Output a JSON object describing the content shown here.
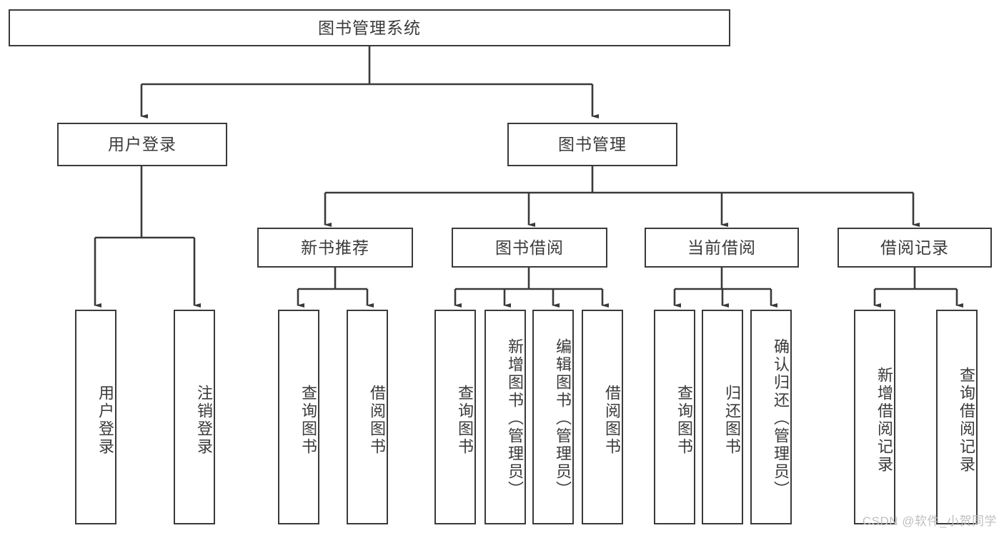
{
  "diagram": {
    "type": "hierarchy-tree",
    "title": "图书管理系统",
    "watermark": "CSDN @软件_小贺同学",
    "colors": {
      "background": "#ffffff",
      "stroke": "#3a3a3a",
      "text": "#3a3a3a",
      "watermark": "#bfbfbf"
    },
    "levels": {
      "root": "图书管理系统",
      "level2": [
        "用户登录",
        "图书管理"
      ],
      "level3": [
        "新书推荐",
        "图书借阅",
        "当前借阅",
        "借阅记录"
      ]
    },
    "nodes": {
      "root": {
        "label": "图书管理系统"
      },
      "user_login": {
        "label": "用户登录"
      },
      "book_mgmt": {
        "label": "图书管理"
      },
      "new_book_rec": {
        "label": "新书推荐"
      },
      "book_borrow": {
        "label": "图书借阅"
      },
      "current_borrow": {
        "label": "当前借阅"
      },
      "borrow_record": {
        "label": "借阅记录"
      },
      "leaf_user_login": {
        "label": "用户登录"
      },
      "leaf_user_logout": {
        "label": "注销登录"
      },
      "leaf_query_book_1": {
        "label": "查询图书"
      },
      "leaf_borrow_book_1": {
        "label": "借阅图书"
      },
      "leaf_query_book_2": {
        "label": "查询图书"
      },
      "leaf_add_book": {
        "label": "新增图书（管理员）"
      },
      "leaf_edit_book": {
        "label": "编辑图书（管理员）"
      },
      "leaf_borrow_book_2": {
        "label": "借阅图书"
      },
      "leaf_query_book_3": {
        "label": "查询图书"
      },
      "leaf_return_book": {
        "label": "归还图书"
      },
      "leaf_confirm_return": {
        "label": "确认归还（管理员）"
      },
      "leaf_add_record": {
        "label": "新增借阅记录"
      },
      "leaf_query_record": {
        "label": "查询借阅记录"
      }
    },
    "edges": [
      {
        "from": "root",
        "to": "user_login"
      },
      {
        "from": "root",
        "to": "book_mgmt"
      },
      {
        "from": "user_login",
        "to": "leaf_user_login"
      },
      {
        "from": "user_login",
        "to": "leaf_user_logout"
      },
      {
        "from": "book_mgmt",
        "to": "new_book_rec"
      },
      {
        "from": "book_mgmt",
        "to": "book_borrow"
      },
      {
        "from": "book_mgmt",
        "to": "current_borrow"
      },
      {
        "from": "book_mgmt",
        "to": "borrow_record"
      },
      {
        "from": "new_book_rec",
        "to": "leaf_query_book_1"
      },
      {
        "from": "new_book_rec",
        "to": "leaf_borrow_book_1"
      },
      {
        "from": "book_borrow",
        "to": "leaf_query_book_2"
      },
      {
        "from": "book_borrow",
        "to": "leaf_add_book"
      },
      {
        "from": "book_borrow",
        "to": "leaf_edit_book"
      },
      {
        "from": "book_borrow",
        "to": "leaf_borrow_book_2"
      },
      {
        "from": "current_borrow",
        "to": "leaf_query_book_3"
      },
      {
        "from": "current_borrow",
        "to": "leaf_return_book"
      },
      {
        "from": "current_borrow",
        "to": "leaf_confirm_return"
      },
      {
        "from": "borrow_record",
        "to": "leaf_add_record"
      },
      {
        "from": "borrow_record",
        "to": "leaf_query_record"
      }
    ]
  }
}
